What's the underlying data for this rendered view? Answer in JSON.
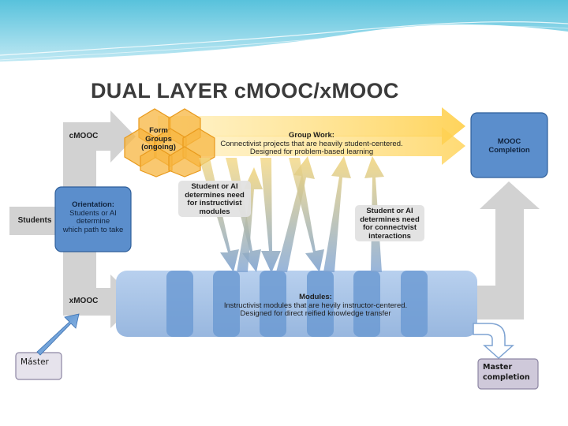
{
  "title": "DUAL LAYER cMOOC/xMOOC",
  "labels": {
    "cmooc": "cMOOC",
    "xmooc": "xMOOC",
    "students": "Students",
    "form_groups": [
      "Form",
      "Groups",
      "(ongoing)"
    ],
    "group_work": {
      "heading": "Group Work:",
      "line1": "Connectivist projects that are heavily student-centered.",
      "line2": "Designed for problem-based learning"
    },
    "orientation": {
      "heading": "Orientation:",
      "lines": [
        "Students or AI",
        "determine",
        "which path to take"
      ]
    },
    "instructivist_need": [
      "Student or AI",
      "determines need",
      "for instructivist",
      "modules"
    ],
    "connectivist_need": [
      "Student or AI",
      "determines need",
      "for connectvist",
      "interactions"
    ],
    "mooc_completion": [
      "MOOC",
      "Completion"
    ],
    "modules": {
      "heading": "Modules:",
      "line1": "Instructivist modules that are hevily instructor-centered.",
      "line2": "Designed for direct reified knowledge transfer"
    },
    "master": "Máster",
    "master_completion": [
      "Master",
      "completion"
    ]
  },
  "colors": {
    "blue_box": "#5b8ecc",
    "modules_band": "#a9c4e6",
    "module_column": "#6d9bd3",
    "gray_arrow": "#d2d2d2",
    "yellow_arrow": "#ffd56a",
    "hexagon": "#f7b640",
    "purple_box": "#cfc9da"
  }
}
